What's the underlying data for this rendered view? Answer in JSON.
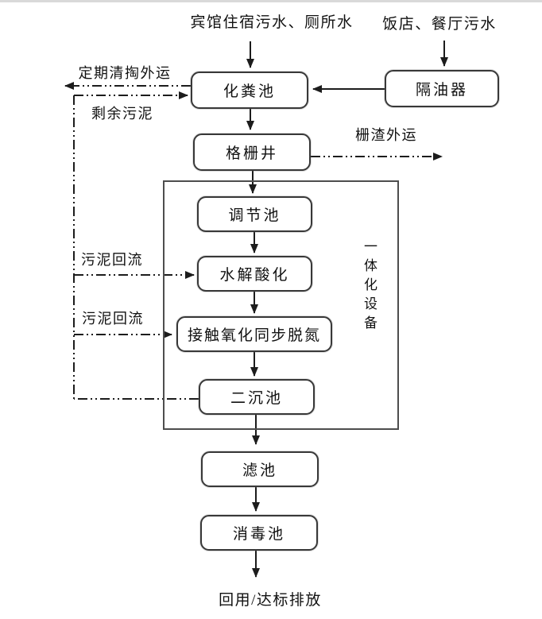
{
  "diagram": {
    "type": "flowchart",
    "colors": {
      "background": "#ffffff",
      "line": "#1c1c1c",
      "box_border": "#383838",
      "frame_border": "#4d4d4d",
      "top_strip": "#d9d9d9"
    },
    "sources": {
      "hotel": "宾馆住宿污水、厕所水",
      "restaurant": "饭店、餐厅污水"
    },
    "nodes": {
      "septic_tank": "化粪池",
      "grease_trap": "隔油器",
      "grid_well": "格栅井",
      "regulating_tank": "调节池",
      "hydrolysis": "水解酸化",
      "contact_oxidation": "接触氧化同步脱氮",
      "secondary_clarifier": "二沉池",
      "filter_tank": "滤池",
      "disinfection_tank": "消毒池"
    },
    "labels": {
      "periodic_removal": "定期清掏外运",
      "excess_sludge": "剩余污泥",
      "screenings_removal": "栅渣外运",
      "sludge_return_1": "污泥回流",
      "sludge_return_2": "污泥回流",
      "integrated_unit": "一体化设备",
      "effluent": "回用/达标排放"
    }
  }
}
